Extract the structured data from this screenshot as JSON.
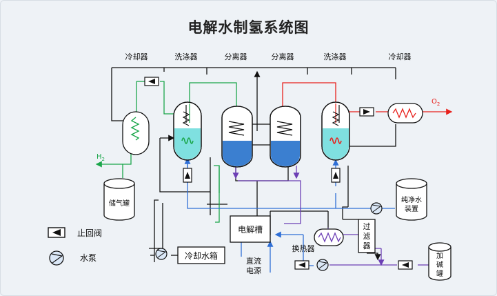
{
  "title": "电解水制氢系统图",
  "labels": {
    "cooler_left": "冷却器",
    "scrubber_left": "洗涤器",
    "separator_left": "分离器",
    "separator_right": "分离器",
    "scrubber_right": "洗涤器",
    "cooler_right": "冷却器",
    "h2": "H",
    "h2_sub": "2",
    "o2": "O",
    "o2_sub": "2",
    "gas_tank": "储气罐",
    "pure_water_line1": "纯净水",
    "pure_water_line2": "装置",
    "electrolyzer": "电解槽",
    "heat_exchanger": "换热器",
    "filter_chars": [
      "过",
      "滤",
      "器"
    ],
    "cooling_tank": "冷却水箱",
    "dc_line1": "直流",
    "dc_line2": "电源",
    "alkali_chars": [
      "加",
      "碱",
      "罐"
    ]
  },
  "legend": [
    {
      "icon": "check-valve-icon",
      "label": "止回阀"
    },
    {
      "icon": "water-pump-icon",
      "label": "水泵"
    }
  ],
  "colors": {
    "hydrogen_line": "#1aa64a",
    "oxygen_line": "#e8211c",
    "water_line": "#2f6fd6",
    "alkali_line": "#6c3fb5",
    "process_line": "#111111",
    "liquid_light": "#7fe0e0",
    "liquid_dark": "#3b7fd0"
  }
}
